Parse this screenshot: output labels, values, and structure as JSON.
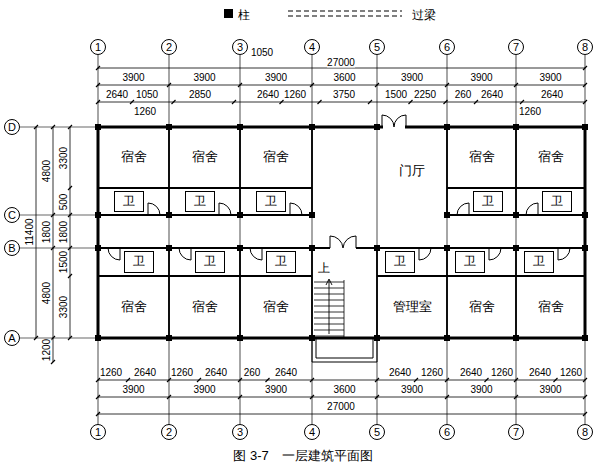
{
  "diagram": {
    "caption": "图 3-7　一层建筑平面图",
    "nodes": [
      {
        "text": [
          "1"
        ]
      },
      {
        "text": [
          "2"
        ]
      },
      {
        "text": [
          "3"
        ]
      },
      {
        "text": [
          "4"
        ]
      },
      {
        "text": [
          "5"
        ]
      },
      {
        "text": [
          "6"
        ]
      },
      {
        "text": [
          "7"
        ]
      },
      {
        "text": [
          "8"
        ]
      },
      {
        "text": [
          "D"
        ]
      },
      {
        "text": [
          "C"
        ]
      },
      {
        "text": [
          "B"
        ]
      },
      {
        "text": [
          "A"
        ]
      },
      {
        "text": [
          "宿舍"
        ]
      },
      {
        "text": [
          "宿舍"
        ]
      },
      {
        "text": [
          "宿舍"
        ]
      },
      {
        "text": [
          "门厅"
        ]
      },
      {
        "text": [
          "宿舍"
        ]
      },
      {
        "text": [
          "宿舍"
        ]
      },
      {
        "text": [
          "卫"
        ]
      },
      {
        "text": [
          "卫"
        ]
      },
      {
        "text": [
          "卫"
        ]
      },
      {
        "text": [
          "卫"
        ]
      },
      {
        "text": [
          "卫"
        ]
      },
      {
        "text": [
          "卫"
        ]
      },
      {
        "text": [
          "卫"
        ]
      },
      {
        "text": [
          "卫"
        ]
      },
      {
        "text": [
          "卫"
        ]
      },
      {
        "text": [
          "卫"
        ]
      },
      {
        "text": [
          "卫"
        ]
      },
      {
        "text": [
          "宿舍"
        ]
      },
      {
        "text": [
          "宿舍"
        ]
      },
      {
        "text": [
          "宿舍"
        ]
      },
      {
        "text": [
          "管理室"
        ]
      },
      {
        "text": [
          "宿舍"
        ]
      },
      {
        "text": [
          "宿舍"
        ]
      },
      {
        "text": [
          "1"
        ]
      },
      {
        "text": [
          "2"
        ]
      },
      {
        "text": [
          "3"
        ]
      },
      {
        "text": [
          "4"
        ]
      },
      {
        "text": [
          "5"
        ]
      },
      {
        "text": [
          "6"
        ]
      },
      {
        "text": [
          "7"
        ]
      },
      {
        "text": [
          "8"
        ]
      }
    ],
    "edges": [
      {
        "from": 0,
        "to": 35,
        "arrow": "none"
      },
      {
        "from": 1,
        "to": 36,
        "arrow": "none"
      },
      {
        "from": 2,
        "to": 37,
        "arrow": "none"
      },
      {
        "from": 3,
        "to": 38,
        "arrow": "none"
      },
      {
        "from": 4,
        "to": 39,
        "arrow": "none"
      },
      {
        "from": 5,
        "to": 40,
        "arrow": "none"
      },
      {
        "from": 6,
        "to": 41,
        "arrow": "none"
      },
      {
        "from": 7,
        "to": 42,
        "arrow": "none"
      }
    ],
    "labels": [
      "1050",
      "27000",
      "3900",
      "3900",
      "3900",
      "3600",
      "3900",
      "3900",
      "3900",
      "2640",
      "1050",
      "2850",
      "2640",
      "1260",
      "3750",
      "1500",
      "2250",
      "260",
      "2640",
      "2640",
      "1260",
      "1260",
      "11400",
      "4800",
      "1800",
      "4800",
      "1200",
      "3300",
      "500",
      "1800",
      "1500",
      "3300",
      "上",
      "1260",
      "2640",
      "1260",
      "2640",
      "260",
      "2640",
      "2640",
      "1260",
      "2640",
      "1260",
      "2640",
      "1260",
      "3900",
      "3900",
      "3900",
      "3600",
      "3900",
      "3900",
      "3900",
      "27000"
    ],
    "legend": [
      {
        "text": "柱",
        "color": "#000000"
      },
      {
        "text": "过梁"
      }
    ]
  }
}
